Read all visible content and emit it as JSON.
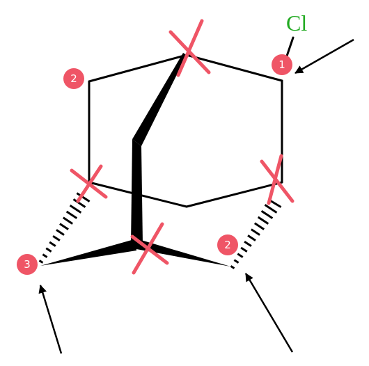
{
  "substituent": {
    "text": "Cl",
    "color": "#22aa22"
  },
  "badges": [
    {
      "id": "c1",
      "text": "1"
    },
    {
      "id": "c2-upper-left",
      "text": "2"
    },
    {
      "id": "c2-lower-right",
      "text": "2"
    },
    {
      "id": "c3",
      "text": "3"
    }
  ],
  "colors": {
    "bond": "#000000",
    "marker": "#ef5566"
  }
}
